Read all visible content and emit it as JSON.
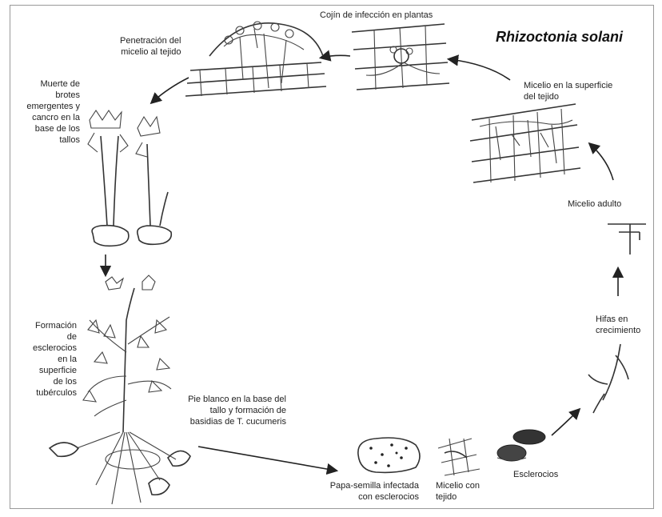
{
  "diagram": {
    "title": "Rhizoctonia solani",
    "labels": {
      "cojin": "Cojín de infección en plantas",
      "penetracion": "Penetración del\nmicelio al tejido",
      "superficie": "Micelio en la superficie\ndel tejido",
      "muerte": "Muerte de\nbrotes\nemergentes y\ncancro en la\nbase de los\ntallos",
      "adulto": "Micelio adulto",
      "hifas": "Hifas en\ncrecimiento",
      "formacion": "Formación\nde\nesclerocios\nen la\nsuperficie\nde los\ntubérculos",
      "pie": "Pie blanco en la base del\ntallo y formación de\nbasidias de T. cucumeris",
      "esclerocios": "Esclerocios",
      "micelio_tejido": "Micelio con\ntejido",
      "papa": "Papa-semilla infectada\ncon esclerocios"
    }
  }
}
